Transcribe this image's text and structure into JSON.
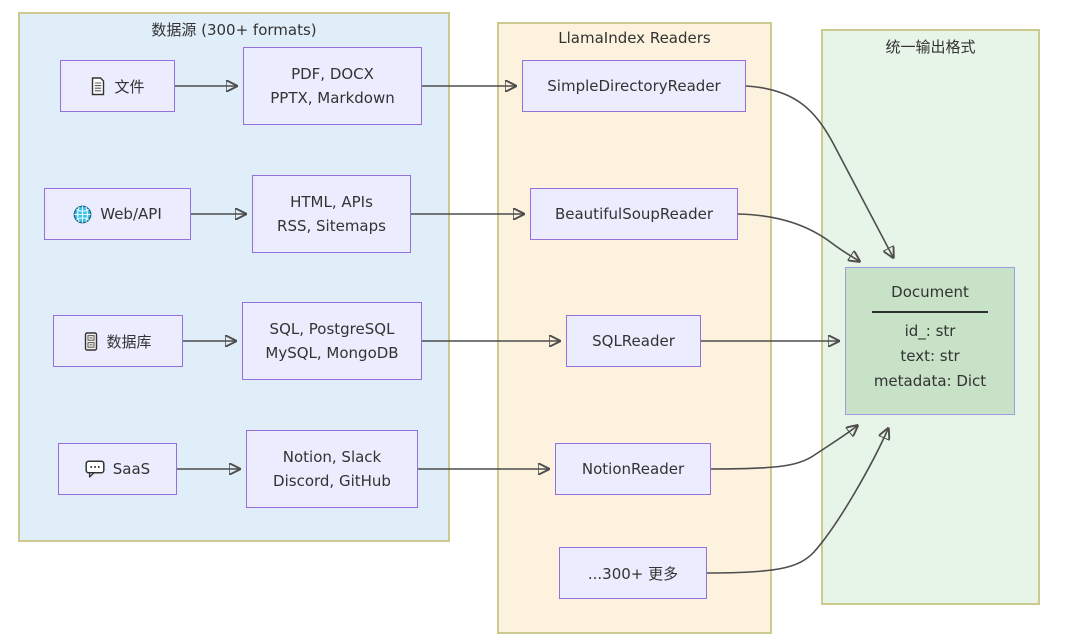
{
  "colors": {
    "sources-fill": "#e0eefa",
    "readers-fill": "#fcf2de",
    "output-fill": "#e7f4e8",
    "group-border": "#ccca8e",
    "node-fill": "#ececff",
    "node-border": "#9370db",
    "doc-fill": "#c7e2c7",
    "doc-border": "#9d9dde",
    "arrow": "#4d4d4d"
  },
  "groups": {
    "sources": {
      "title": "数据源 (300+ formats)",
      "items": [
        {
          "icon": "file-icon",
          "label": "文件",
          "formats_line1": "PDF, DOCX",
          "formats_line2": "PPTX, Markdown"
        },
        {
          "icon": "globe-icon",
          "label": "Web/API",
          "formats_line1": "HTML, APIs",
          "formats_line2": "RSS, Sitemaps"
        },
        {
          "icon": "database-icon",
          "label": "数据库",
          "formats_line1": "SQL, PostgreSQL",
          "formats_line2": "MySQL, MongoDB"
        },
        {
          "icon": "chat-icon",
          "label": "SaaS",
          "formats_line1": "Notion, Slack",
          "formats_line2": "Discord, GitHub"
        }
      ]
    },
    "readers": {
      "title": "LlamaIndex Readers",
      "items": [
        "SimpleDirectoryReader",
        "BeautifulSoupReader",
        "SQLReader",
        "NotionReader",
        "...300+ 更多"
      ]
    },
    "output": {
      "title": "统一输出格式",
      "document": {
        "title": "Document",
        "fields": [
          "id_: str",
          "text: str",
          "metadata: Dict"
        ]
      }
    }
  }
}
